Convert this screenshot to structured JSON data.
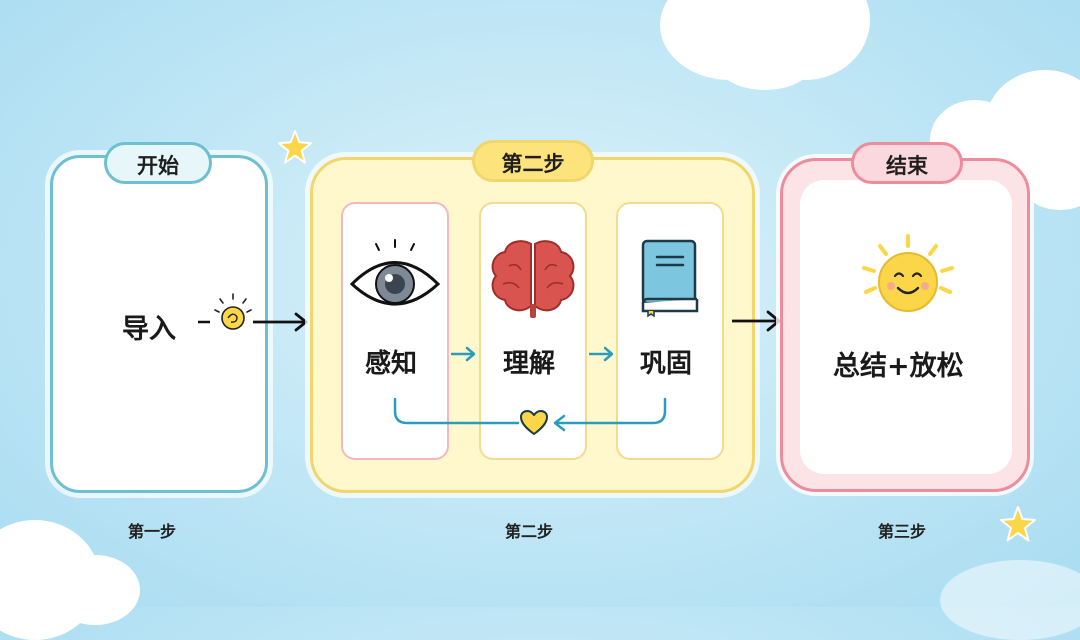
{
  "stages": {
    "start": {
      "tag": "开始",
      "item": "导入",
      "caption": "第一步"
    },
    "step2": {
      "tag": "第二步",
      "caption": "第二步",
      "cards": [
        {
          "label": "感知",
          "icon": "eye-icon"
        },
        {
          "label": "理解",
          "icon": "brain-icon"
        },
        {
          "label": "巩固",
          "icon": "book-icon"
        }
      ]
    },
    "end": {
      "tag": "结束",
      "item": "总结+放松",
      "caption": "第三步"
    }
  },
  "icons": {
    "intro": "small-sun-icon",
    "loop": "heart-icon",
    "end": "smiling-sun-icon",
    "decor": "star-icon"
  },
  "colors": {
    "start_border": "#6cc0d2",
    "step2_border": "#f1d66c",
    "step2_fill": "#fff8cc",
    "end_border": "#ef8c9c",
    "arrow_teal": "#2a9dbd",
    "arrow_black": "#111111",
    "sun_yellow": "#fbd648",
    "brain_red": "#d9534f",
    "book_blue": "#7cc6df"
  }
}
